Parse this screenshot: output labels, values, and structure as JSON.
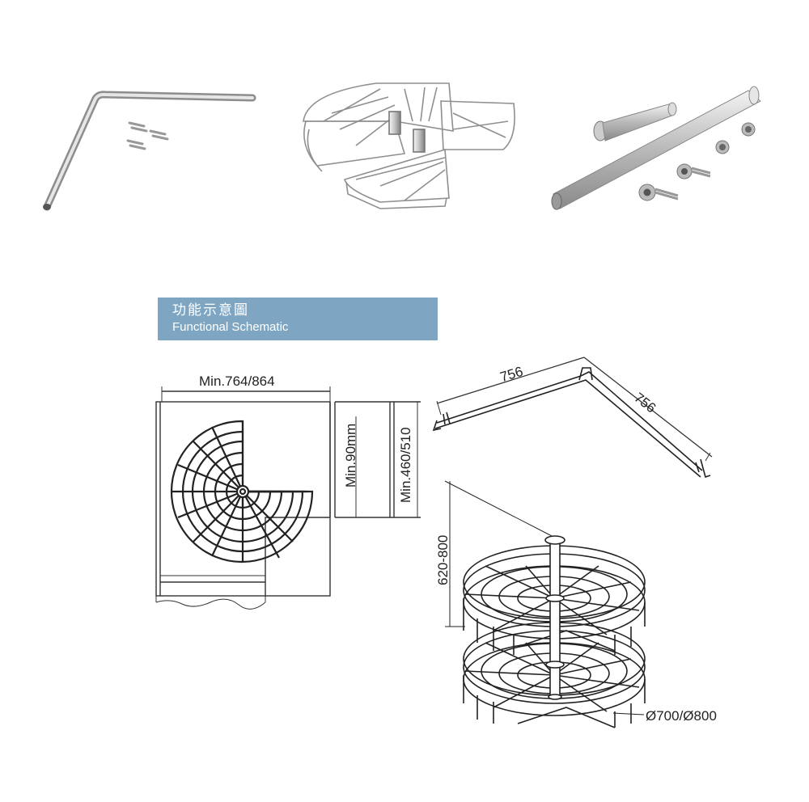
{
  "header": {
    "title_zh": "功能示意圖",
    "title_en": "Functional Schematic",
    "accent_color": "#7ea6c2"
  },
  "products": [
    {
      "name": "bent-rail-icon"
    },
    {
      "name": "wire-basket-icon"
    },
    {
      "name": "pole-kit-icon"
    }
  ],
  "plan": {
    "width_label": "Min.764/864",
    "gap_label": "Min.90mm",
    "depth_label": "Min.460/510"
  },
  "rail": {
    "length_a": "756",
    "length_b": "756"
  },
  "basket": {
    "height_label": "620-800",
    "diameter_label": "Ø700/Ø800"
  }
}
